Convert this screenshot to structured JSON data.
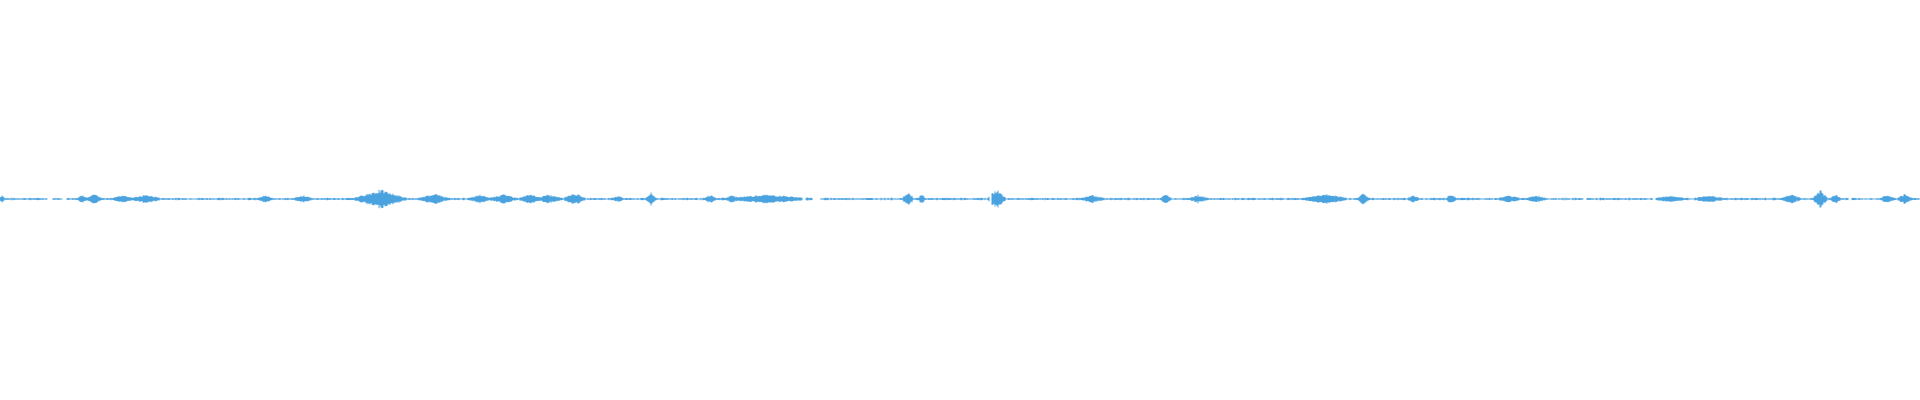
{
  "waveform": {
    "color": "#4aa3df",
    "background": "#ffffff",
    "silence_gaps": [
      [
        0.0245,
        0.0272
      ],
      [
        0.0325,
        0.0346
      ],
      [
        0.4178,
        0.4197
      ],
      [
        0.4231,
        0.4272
      ],
      [
        0.5155,
        0.5162
      ],
      [
        0.8248,
        0.8264
      ],
      [
        0.8605,
        0.8621
      ],
      [
        0.963,
        0.9643
      ]
    ],
    "bursts": [
      {
        "pos": 0.001,
        "amp": 0.5,
        "width": 0.0015
      },
      {
        "pos": 0.043,
        "amp": 0.5,
        "width": 0.003
      },
      {
        "pos": 0.049,
        "amp": 0.6,
        "width": 0.004
      },
      {
        "pos": 0.064,
        "amp": 0.5,
        "width": 0.006
      },
      {
        "pos": 0.076,
        "amp": 0.5,
        "width": 0.008
      },
      {
        "pos": 0.138,
        "amp": 0.4,
        "width": 0.004
      },
      {
        "pos": 0.158,
        "amp": 0.4,
        "width": 0.005
      },
      {
        "pos": 0.198,
        "amp": 1.3,
        "width": 0.014
      },
      {
        "pos": 0.226,
        "amp": 0.7,
        "width": 0.008
      },
      {
        "pos": 0.25,
        "amp": 0.5,
        "width": 0.006
      },
      {
        "pos": 0.262,
        "amp": 0.6,
        "width": 0.008
      },
      {
        "pos": 0.276,
        "amp": 0.6,
        "width": 0.006
      },
      {
        "pos": 0.286,
        "amp": 0.5,
        "width": 0.008
      },
      {
        "pos": 0.299,
        "amp": 0.8,
        "width": 0.006
      },
      {
        "pos": 0.322,
        "amp": 0.4,
        "width": 0.003
      },
      {
        "pos": 0.339,
        "amp": 0.8,
        "width": 0.003
      },
      {
        "pos": 0.37,
        "amp": 0.5,
        "width": 0.003
      },
      {
        "pos": 0.381,
        "amp": 0.5,
        "width": 0.003
      },
      {
        "pos": 0.399,
        "amp": 0.5,
        "width": 0.025
      },
      {
        "pos": 0.473,
        "amp": 1.0,
        "width": 0.003
      },
      {
        "pos": 0.48,
        "amp": 0.6,
        "width": 0.002
      },
      {
        "pos": 0.519,
        "amp": 1.3,
        "width": 0.005
      },
      {
        "pos": 0.569,
        "amp": 0.5,
        "width": 0.006
      },
      {
        "pos": 0.607,
        "amp": 0.6,
        "width": 0.003
      },
      {
        "pos": 0.624,
        "amp": 0.5,
        "width": 0.005
      },
      {
        "pos": 0.69,
        "amp": 0.6,
        "width": 0.012
      },
      {
        "pos": 0.71,
        "amp": 0.8,
        "width": 0.003
      },
      {
        "pos": 0.736,
        "amp": 0.5,
        "width": 0.003
      },
      {
        "pos": 0.756,
        "amp": 0.6,
        "width": 0.003
      },
      {
        "pos": 0.786,
        "amp": 0.4,
        "width": 0.006
      },
      {
        "pos": 0.8,
        "amp": 0.4,
        "width": 0.006
      },
      {
        "pos": 0.87,
        "amp": 0.4,
        "width": 0.008
      },
      {
        "pos": 0.89,
        "amp": 0.4,
        "width": 0.008
      },
      {
        "pos": 0.933,
        "amp": 0.6,
        "width": 0.005
      },
      {
        "pos": 0.948,
        "amp": 1.2,
        "width": 0.004
      },
      {
        "pos": 0.956,
        "amp": 0.6,
        "width": 0.003
      },
      {
        "pos": 0.983,
        "amp": 0.5,
        "width": 0.004
      },
      {
        "pos": 0.992,
        "amp": 0.6,
        "width": 0.004
      }
    ]
  }
}
